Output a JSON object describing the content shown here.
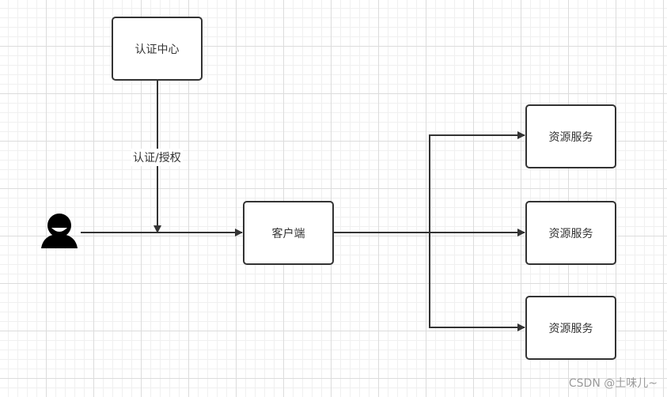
{
  "nodes": {
    "auth_center": "认证中心",
    "client": "客户端",
    "resource_1": "资源服务",
    "resource_2": "资源服务",
    "resource_3": "资源服务"
  },
  "edge_labels": {
    "auth": "认证/授权"
  },
  "actor": {
    "icon": "user-icon"
  },
  "watermark": "CSDN @土味儿~",
  "colors": {
    "stroke": "#333333",
    "grid_major": "#dcdcdc",
    "grid_minor": "#f0f0f0"
  }
}
